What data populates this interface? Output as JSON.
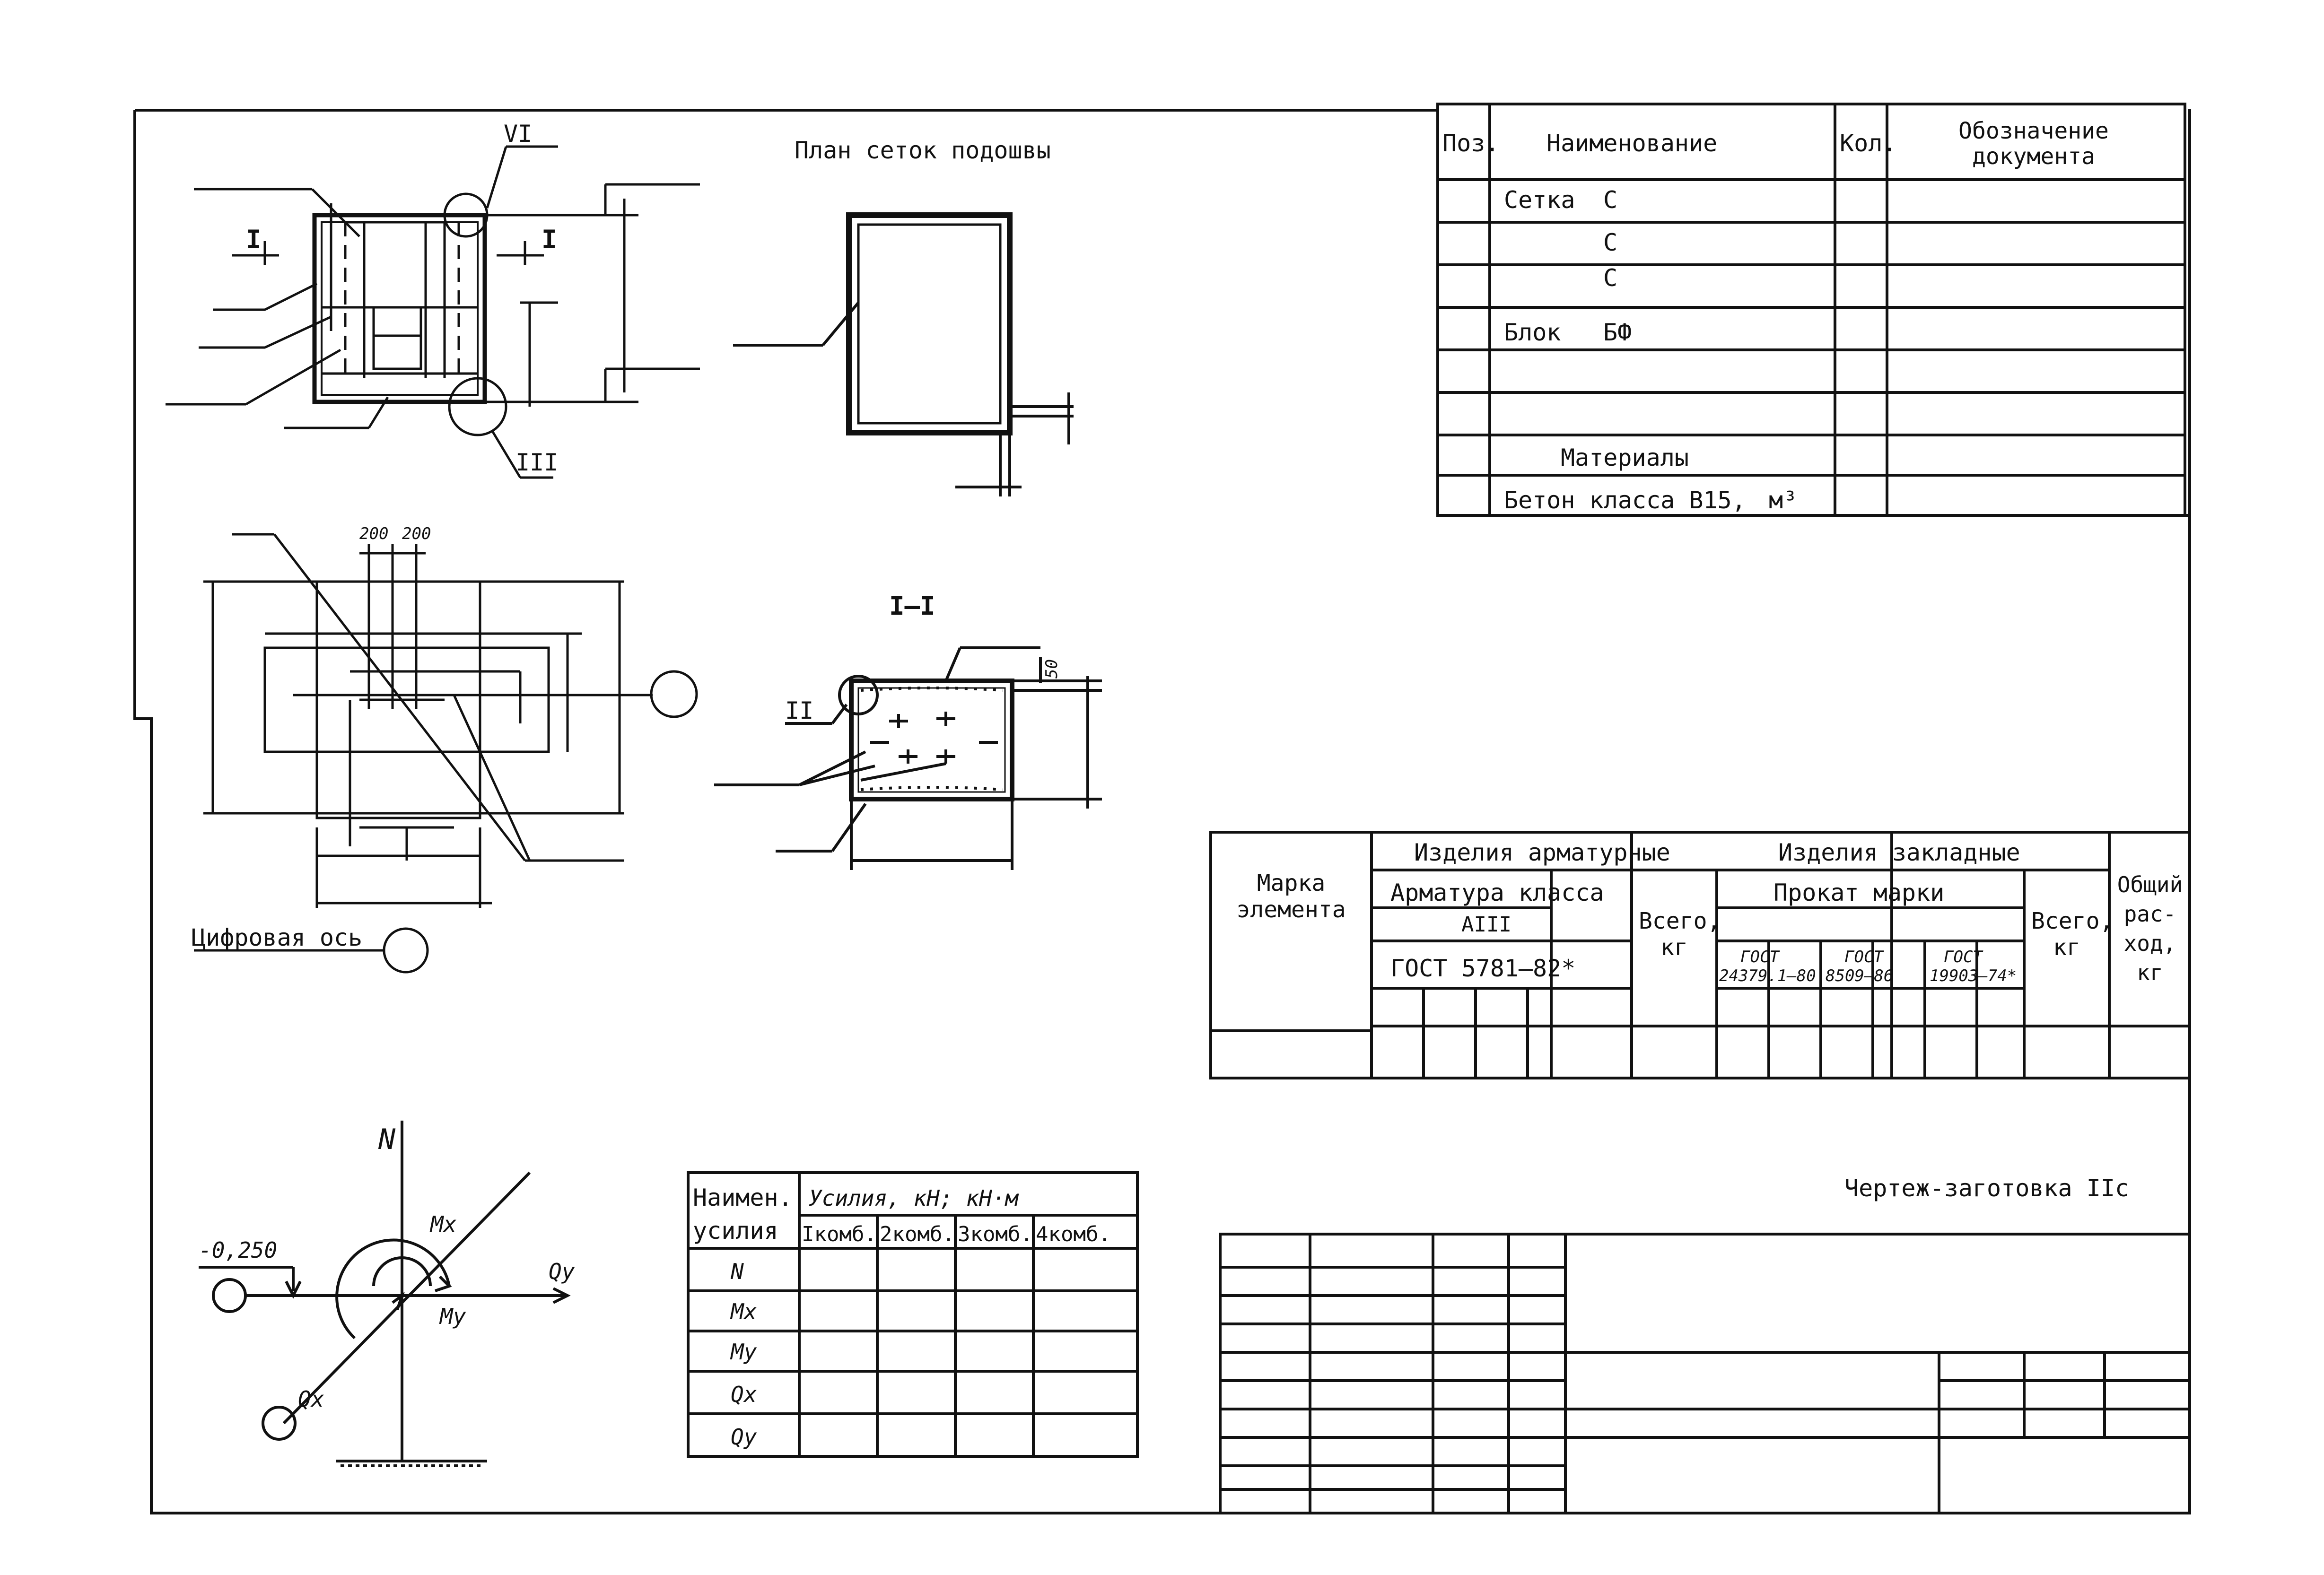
{
  "spec_table": {
    "headers": [
      "Поз.",
      "Наименование",
      "Кол.",
      "Обозначение документа"
    ],
    "rows": [
      {
        "name_a": "Сетка",
        "name_b": "С"
      },
      {
        "name_a": "",
        "name_b": "С"
      },
      {
        "name_a": "",
        "name_b": "С"
      },
      {
        "name_a": "Блок",
        "name_b": "БФ"
      },
      {
        "name_a": "",
        "name_b": ""
      },
      {
        "name_a": "",
        "name_b": ""
      },
      {
        "name_a": "Материалы",
        "name_b": ""
      },
      {
        "name_a": "Бетон класса В15,",
        "name_b": "м³"
      }
    ]
  },
  "drawings": {
    "plan_title": "План сеток подошвы",
    "section_title": "I–I",
    "axis_label": "Цифровая ось",
    "node_marks": {
      "vi": "VI",
      "iii": "III",
      "ii": "II"
    },
    "section_mark": "I",
    "dims": {
      "d1": "200",
      "d2": "200",
      "d3": "50"
    }
  },
  "materials_table": {
    "mark_header": "Марка элемента",
    "rebar_group": "Изделия арматурные",
    "rebar_class": "Арматура класса",
    "rebar_grade": "АIII",
    "rebar_gost": "ГОСТ 5781–82*",
    "total_kg": "Всего, кг",
    "embed_group": "Изделия закладные",
    "rolled_mark": "Прокат марки",
    "gost_a_1": "ГОСТ",
    "gost_a_2": "24379.1–80",
    "gost_b_1": "ГОСТ",
    "gost_b_2": "8509–86",
    "gost_c_1": "ГОСТ",
    "gost_c_2": "19903–74*",
    "total_kg2": "Всего, кг",
    "overall": "Общий рас- ход, кг"
  },
  "loads": {
    "n": "N",
    "mx": "Mx",
    "my": "My",
    "qy": "Qy",
    "qx": "Qx",
    "level": "-0,250"
  },
  "forces_table": {
    "col0_line1": "Наимен.",
    "col0_line2": "усилия",
    "group": "Усилия, кН; кН·м",
    "combos": [
      "Iкомб.",
      "2комб.",
      "3комб.",
      "4комб."
    ],
    "rows": [
      "N",
      "Mx",
      "My",
      "Qx",
      "Qy"
    ]
  },
  "title_block": {
    "caption": "Чертеж-заготовка IIс"
  }
}
